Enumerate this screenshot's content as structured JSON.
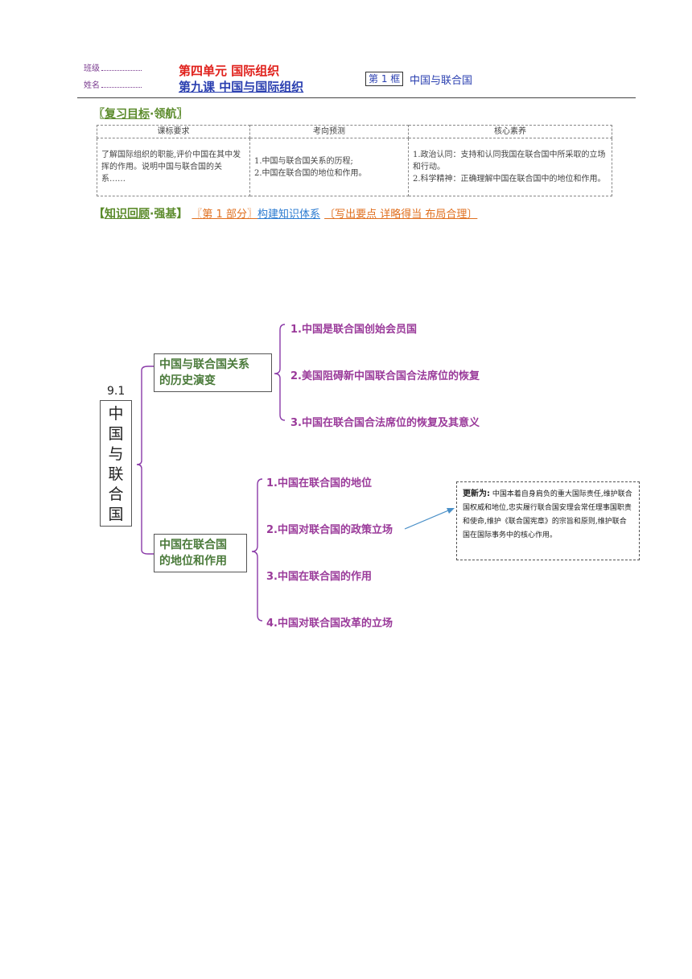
{
  "header": {
    "class_label": "班级",
    "name_label": "姓名",
    "unit_title": "第四单元  国际组织",
    "lesson_title": "第九课  中国与国际组织",
    "frame_label": "第 1 框",
    "frame_title": "中国与联合国"
  },
  "review_goals": {
    "title_open": "〖",
    "title_main": "复习目标",
    "title_rest": "·领航〗",
    "columns": [
      "课标要求",
      "考向预测",
      "核心素养"
    ],
    "row": {
      "standard": "了解国际组织的职能,评价中国在其中发挥的作用。说明中国与联合国的关系……",
      "forecast_1": "1.中国与联合国关系的历程;",
      "forecast_2": "2.中国在联合国的地位和作用。",
      "literacy_1": "1.政治认同：支持和认同我国在联合国中所采取的立场和行动。",
      "literacy_2": "2.科学精神：正确理解中国在联合国中的地位和作用。"
    }
  },
  "knowledge": {
    "open": "【",
    "main": "知识回顾",
    "rest": "·强基】",
    "part": "〖第 1 部分〗",
    "build": "构建知识体系",
    "tip": "〔写出要点 详略得当 布局合理〕"
  },
  "mindmap": {
    "number": "9.1",
    "root_chars": [
      "中",
      "国",
      "与",
      "联",
      "合",
      "国"
    ],
    "branch1": {
      "label_line1": "中国与联合国关系",
      "label_line2": "的历史演变",
      "leaves": [
        "1.中国是联合国创始会员国",
        "2.美国阻碍新中国联合国合法席位的恢复",
        "3.中国在联合国合法席位的恢复及其意义"
      ]
    },
    "branch2": {
      "label_line1": "中国在联合国",
      "label_line2": "的地位和作用",
      "leaves": [
        "1.中国在联合国的地位",
        "2.中国对联合国的政策立场",
        "3.中国在联合国的作用",
        "4.中国对联合国改革的立场"
      ]
    },
    "note": {
      "title": "更新为:",
      "text": "中国本着自身肩负的重大国际责任,维护联合国权威和地位,忠实履行联合国安理会常任理事国职责和使命,维护《联合国宪章》的宗旨和原则,维护联合国在国际事务中的核心作用。"
    },
    "colors": {
      "branch_text": "#4a7a3a",
      "leaf_text": "#9a3a9a",
      "bracket": "#8a3aa8",
      "arrow": "#4a90c8"
    }
  }
}
